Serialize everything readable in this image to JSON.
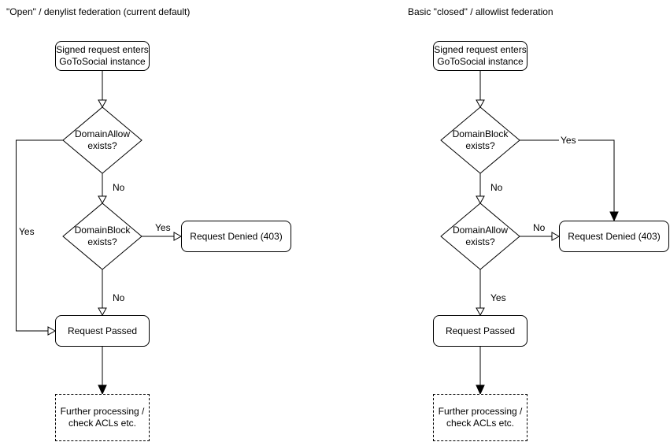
{
  "colors": {
    "stroke": "#000000",
    "text": "#000000",
    "node_fill": "#ffffff",
    "background": "#ffffff"
  },
  "left_chart": {
    "title": "\"Open\" / denylist federation (current default)",
    "start": "Signed request enters\nGoToSocial instance",
    "decision1": "DomainAllow\nexists?",
    "decision2": "DomainBlock\nexists?",
    "denied": "Request Denied (403)",
    "passed": "Request Passed",
    "further": "Further processing /\ncheck ACLs etc.",
    "labels": {
      "d1_yes": "Yes",
      "d1_no": "No",
      "d2_yes": "Yes",
      "d2_no": "No"
    }
  },
  "right_chart": {
    "title": "Basic \"closed\" / allowlist federation",
    "start": "Signed request enters\nGoToSocial instance",
    "decision1": "DomainBlock\nexists?",
    "decision2": "DomainAllow\nexists?",
    "denied": "Request Denied (403)",
    "passed": "Request Passed",
    "further": "Further processing /\ncheck ACLs etc.",
    "labels": {
      "d1_yes": "Yes",
      "d1_no": "No",
      "d2_no": "No",
      "d2_yes": "Yes"
    }
  }
}
